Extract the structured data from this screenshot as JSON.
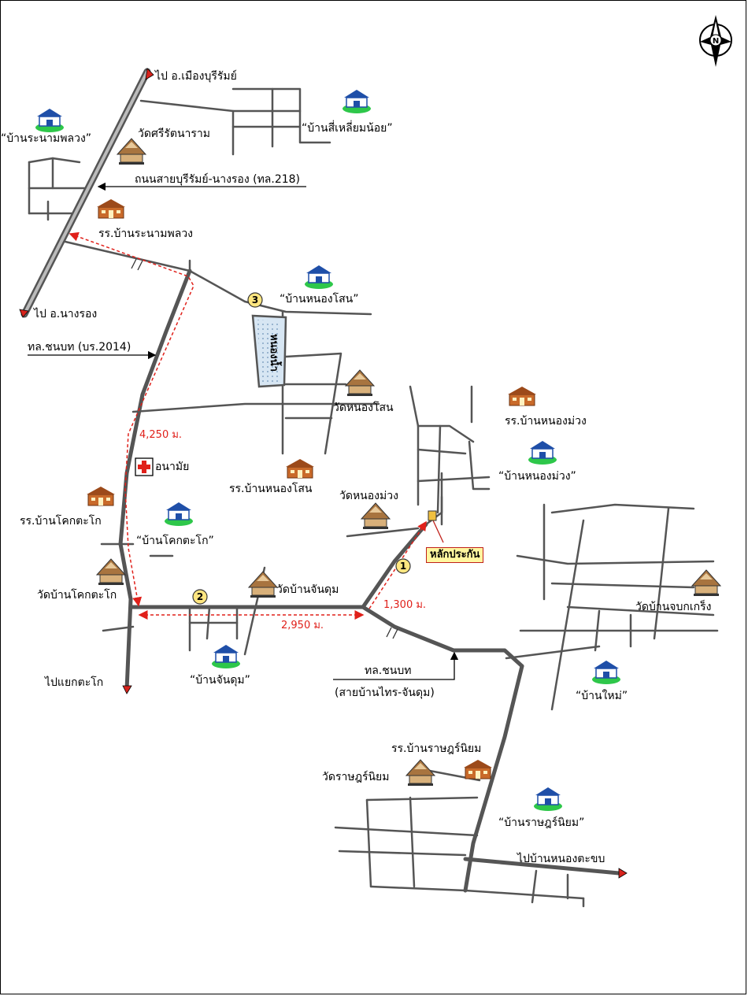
{
  "north_symbol": "N",
  "colors": {
    "road": "#555555",
    "highway_inner": "#bbbbbb",
    "distance_route": "#e0201a",
    "pond_fill": "#d7e6f3",
    "marker_fill": "#ffe680",
    "highlight_box": "#fff7a0",
    "arrow_tip": "#d7231c"
  },
  "map": {
    "to_buriram": "ไป อ.เมืองบุรีรัมย์",
    "to_nang_rong": "ไป อ.นางรอง",
    "road_218": "ถนนสายบุรีรัมย์-นางรอง (ทล.218)",
    "road_2014": "ทล.ชนบท (บร.2014)",
    "rural_road_line1": "ทล.ชนบท",
    "rural_road_line2": "(สายบ้านไทร-จันดุม)",
    "to_yaek_tako": "ไปแยกตะโก",
    "to_nong_takhop": "ไปบ้านหนองตะขบ",
    "village_ranam_phluang": "“บ้านระนามพลวง”",
    "village_si_liam_noi": "“บ้านสี่เหลี่ยมน้อย”",
    "village_nong_sano": "“บ้านหนองโสน”",
    "village_nong_muang": "“บ้านหนองม่วง”",
    "village_khok_tako": "“บ้านโคกตะโก”",
    "village_chan_dum": "“บ้านจันดุม”",
    "village_mai": "“บ้านใหม่”",
    "village_ratsadon_niyom": "“บ้านราษฎร์นิยม”",
    "temple_si_rattanaram": "วัดศรีรัตนาราม",
    "temple_nong_sano": "วัดหนองโสน",
    "temple_nong_muang": "วัดหนองม่วง",
    "temple_ban_khok_tako": "วัดบ้านโคกตะโก",
    "temple_ban_chan_dum": "วัดบ้านจันดุม",
    "temple_ban_chop_kroeng": "วัดบ้านจบกเกร็ง",
    "temple_ratsadon_niyom": "วัดราษฎร์นิยม",
    "school_ranam_phluang": "รร.บ้านระนามพลวง",
    "school_nong_sano": "รร.บ้านหนองโสน",
    "school_nong_muang": "รร.บ้านหนองม่วง",
    "school_khok_tako": "รร.บ้านโคกตะโก",
    "school_ratsadon_niyom": "รร.บ้านราษฎร์นิยม",
    "health_center": "อนามัย",
    "pond_name": "หนองน้ำ",
    "benchmark": "หลักประกัน",
    "distance_1": "1,300 ม.",
    "distance_2": "2,950 ม.",
    "distance_3": "4,250 ม.",
    "marker_1": "1",
    "marker_2": "2",
    "marker_3": "3"
  }
}
